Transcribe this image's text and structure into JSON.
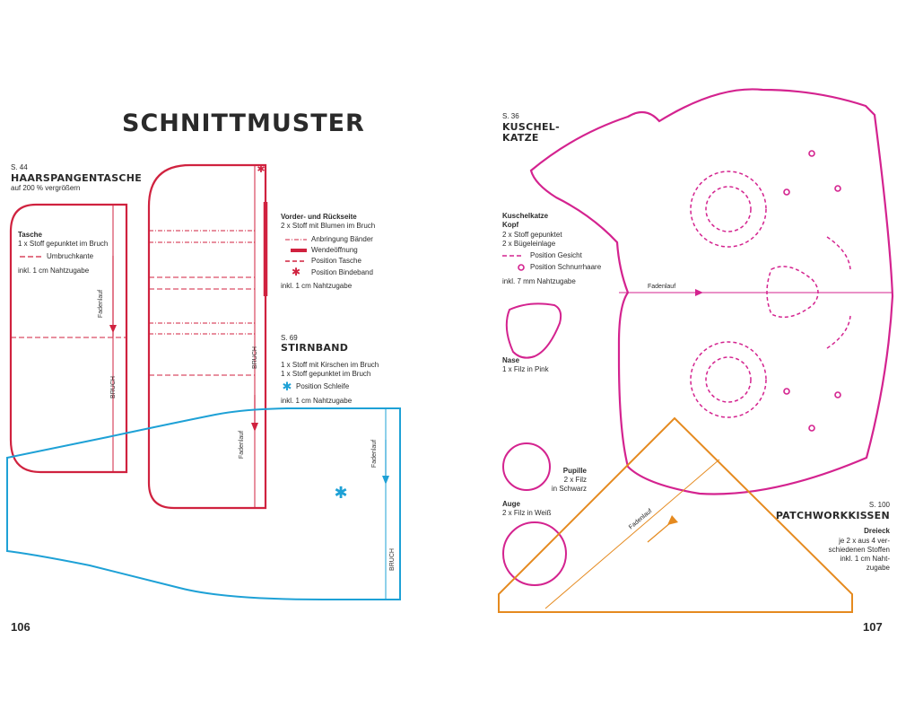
{
  "left_page": {
    "title": "SCHNITTMUSTER",
    "page_number": "106",
    "hair_clip_pouch": {
      "page_ref": "S. 44",
      "title": "HAARSPANGENTASCHE",
      "scale_note": "auf 200 % vergrößern",
      "piece_name": "Tasche",
      "piece_desc": "1 x Stoff gepunktet im Bruch",
      "legend_fold_edge": "Umbruchkante",
      "seam_note": "inkl. 1 cm Nahtzugabe",
      "grain_label": "Fadenlauf",
      "fold_label": "BRUCH"
    },
    "front_back": {
      "title": "Vorder- und Rückseite",
      "desc": "2 x Stoff mit Blumen im Bruch",
      "legend_ribbons": "Anbringung Bänder",
      "legend_turn_opening": "Wendeöffnung",
      "legend_pocket": "Position Tasche",
      "legend_tie_band": "Position Bindeband",
      "seam_note": "inkl. 1 cm Nahtzugabe",
      "grain_label": "Fadenlauf",
      "fold_label": "BRUCH"
    },
    "headband": {
      "page_ref": "S. 69",
      "title": "STIRNBAND",
      "desc_line1": "1 x Stoff mit Kirschen im Bruch",
      "desc_line2": "1 x Stoff gepunktet im Bruch",
      "legend_bow": "Position Schleife",
      "seam_note": "inkl. 1 cm Nahtzugabe",
      "grain_label": "Fadenlauf",
      "fold_label": "BRUCH"
    }
  },
  "right_page": {
    "page_number": "107",
    "cat": {
      "page_ref": "S. 36",
      "title_line1": "KUSCHEL-",
      "title_line2": "KATZE",
      "piece_title_line1": "Kuschelkatze",
      "piece_title_line2": "Kopf",
      "desc_line1": "2 x Stoff gepunktet",
      "desc_line2": "2 x Bügeleinlage",
      "legend_face": "Position Gesicht",
      "legend_whiskers": "Position Schnurrhaare",
      "seam_note": "inkl. 7 mm Nahtzugabe",
      "grain_label": "Fadenlauf",
      "nose_title": "Nase",
      "nose_desc": "1 x Filz in Pink",
      "pupil_title": "Pupille",
      "pupil_desc_line1": "2 x Filz",
      "pupil_desc_line2": "in Schwarz",
      "eye_title": "Auge",
      "eye_desc": "2 x Filz in Weiß"
    },
    "patchwork": {
      "page_ref": "S. 100",
      "title": "PATCHWORKKISSEN",
      "piece_title": "Dreieck",
      "desc_line1": "je 2 x aus 4 ver-",
      "desc_line2": "schiedenen Stoffen",
      "desc_line3": "inkl. 1 cm Naht-",
      "desc_line4": "zugabe",
      "grain_label": "Fadenlauf"
    }
  },
  "colors": {
    "red": "#d0223f",
    "blue": "#1ea1d6",
    "magenta": "#d4238f",
    "orange": "#e58a1f",
    "text": "#2a2a2a"
  }
}
